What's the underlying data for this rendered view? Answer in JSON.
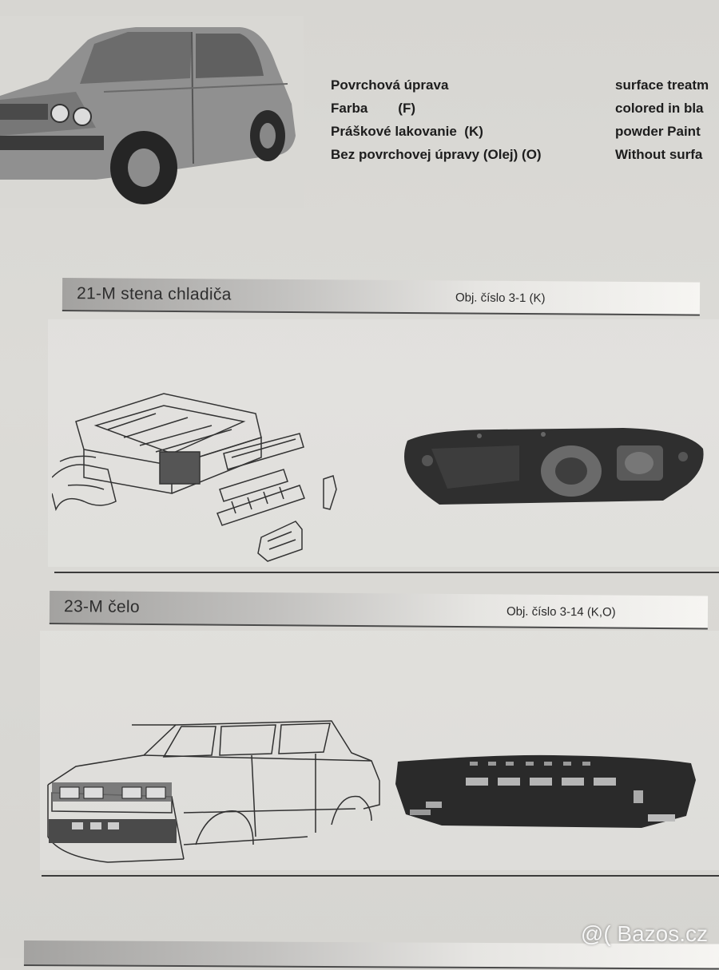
{
  "legend": {
    "sk": [
      {
        "label": "Povrchová úprava",
        "code": ""
      },
      {
        "label": "Farba",
        "code": "(F)"
      },
      {
        "label": "Práškové lakovanie",
        "code": "(K)"
      },
      {
        "label": "Bez povrchovej úpravy (Olej)",
        "code": "(O)"
      }
    ],
    "en": [
      "surface treatm",
      "colored in bla",
      "powder Paint",
      "Without surfa"
    ]
  },
  "sections": [
    {
      "title": "21-M stena chladiča",
      "ref": "Obj. číslo 3-1 (K)"
    },
    {
      "title": "23-M  čelo",
      "ref": "Obj. číslo 3-14 (K,O)"
    }
  ],
  "watermark": "@( Bazos.cz"
}
